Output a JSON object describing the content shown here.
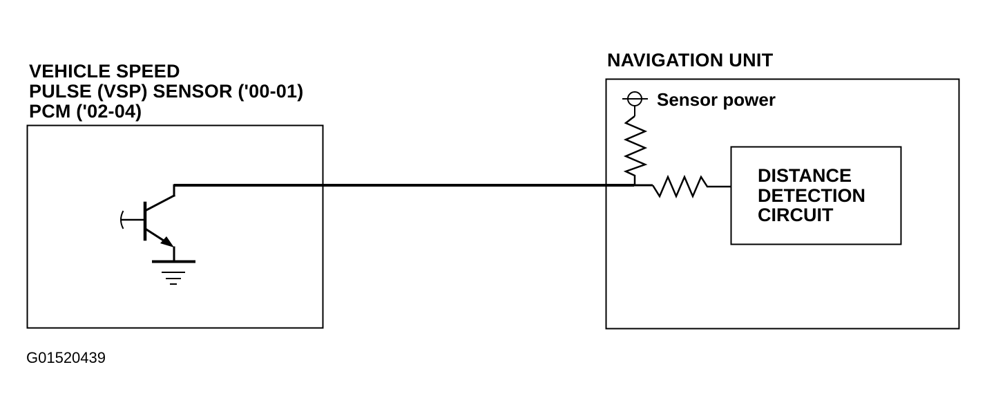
{
  "sensor_unit": {
    "title_lines": [
      "VEHICLE SPEED",
      "PULSE (VSP) SENSOR ('00-01)",
      "PCM ('02-04)"
    ]
  },
  "navigation_unit": {
    "title": "NAVIGATION UNIT",
    "power_label": "Sensor power",
    "circuit_lines": [
      "DISTANCE",
      "DETECTION",
      "CIRCUIT"
    ]
  },
  "figure_id": "G01520439"
}
